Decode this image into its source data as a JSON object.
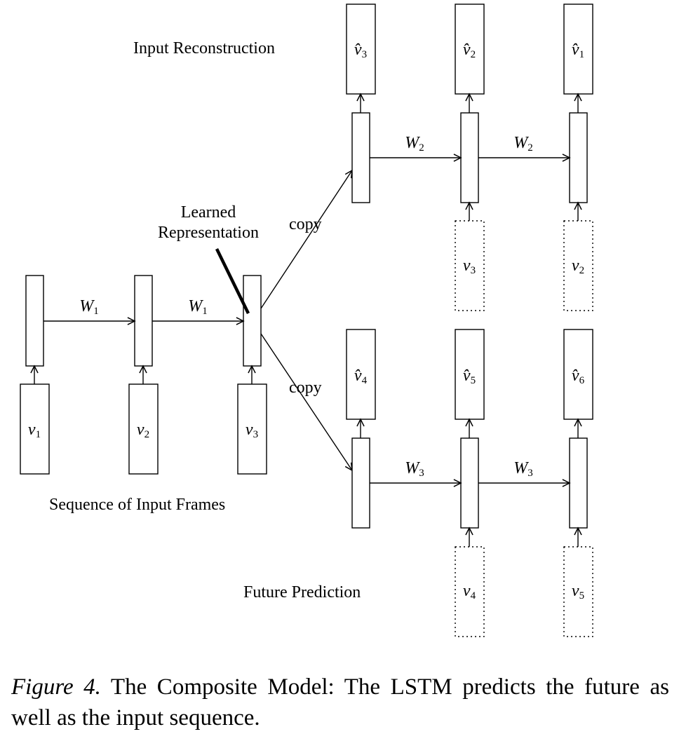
{
  "labels": {
    "input_reconstruction": "Input Reconstruction",
    "learned_representation_line1": "Learned",
    "learned_representation_line2": "Representation",
    "sequence_of_input_frames": "Sequence of Input Frames",
    "future_prediction": "Future Prediction",
    "copy_upper": "copy",
    "copy_lower": "copy"
  },
  "weights": {
    "encoder": {
      "main": "W",
      "sub": "1"
    },
    "reconstruction": {
      "main": "W",
      "sub": "2"
    },
    "prediction": {
      "main": "W",
      "sub": "3"
    }
  },
  "encoder_inputs": [
    {
      "main": "v",
      "sub": "1"
    },
    {
      "main": "v",
      "sub": "2"
    },
    {
      "main": "v",
      "sub": "3"
    }
  ],
  "reconstruction_outputs": [
    {
      "main": "v̂",
      "sub": "3"
    },
    {
      "main": "v̂",
      "sub": "2"
    },
    {
      "main": "v̂",
      "sub": "1"
    }
  ],
  "reconstruction_conditioning": [
    {
      "main": "v",
      "sub": "3"
    },
    {
      "main": "v",
      "sub": "2"
    }
  ],
  "prediction_outputs": [
    {
      "main": "v̂",
      "sub": "4"
    },
    {
      "main": "v̂",
      "sub": "5"
    },
    {
      "main": "v̂",
      "sub": "6"
    }
  ],
  "prediction_conditioning": [
    {
      "main": "v",
      "sub": "4"
    },
    {
      "main": "v",
      "sub": "5"
    }
  ],
  "caption": {
    "figure_label": "Figure 4.",
    "text": " The Composite Model: The LSTM predicts the future as well as the input sequence."
  }
}
